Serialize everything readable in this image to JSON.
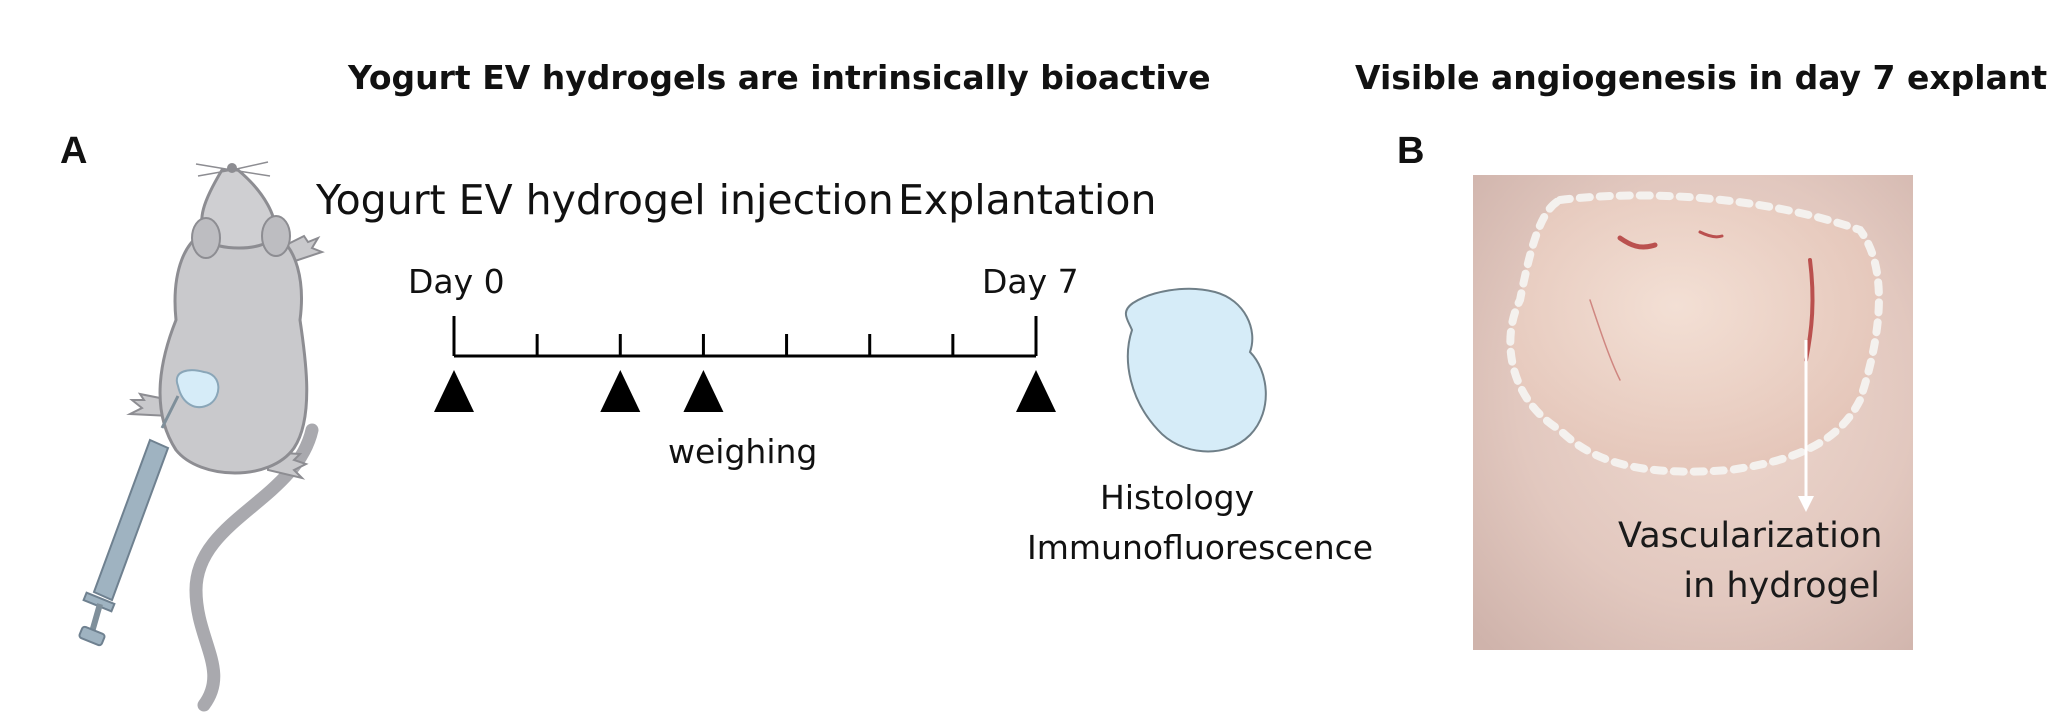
{
  "panel_a": {
    "letter": "A",
    "title": "Yogurt EV hydrogels are intrinsically bioactive",
    "timeline": {
      "injection_label": "Yogurt EV hydrogel injection",
      "explant_label": "Explantation",
      "start_day": "Day 0",
      "end_day": "Day 7",
      "weighing_label": "weighing",
      "tick_count": 8,
      "marker_days": [
        0,
        2,
        3,
        7
      ]
    },
    "analysis": {
      "line1": "Histology",
      "line2": "Immunofluorescence"
    },
    "colors": {
      "mouse_body": "#c9c9cc",
      "mouse_outline": "#8d8d92",
      "hydrogel_fill": "#d6ecf8",
      "syringe": "#9fb3c1"
    }
  },
  "panel_b": {
    "letter": "B",
    "title": "Visible angiogenesis in day 7 explant",
    "annotation": {
      "line1": "Vascularization",
      "line2": "in hydrogel"
    },
    "colors": {
      "tissue": "#e2cbc2",
      "gel": "#ecd3c8",
      "outline": "#f4f1ee",
      "vessel": "#b23a3a"
    }
  }
}
